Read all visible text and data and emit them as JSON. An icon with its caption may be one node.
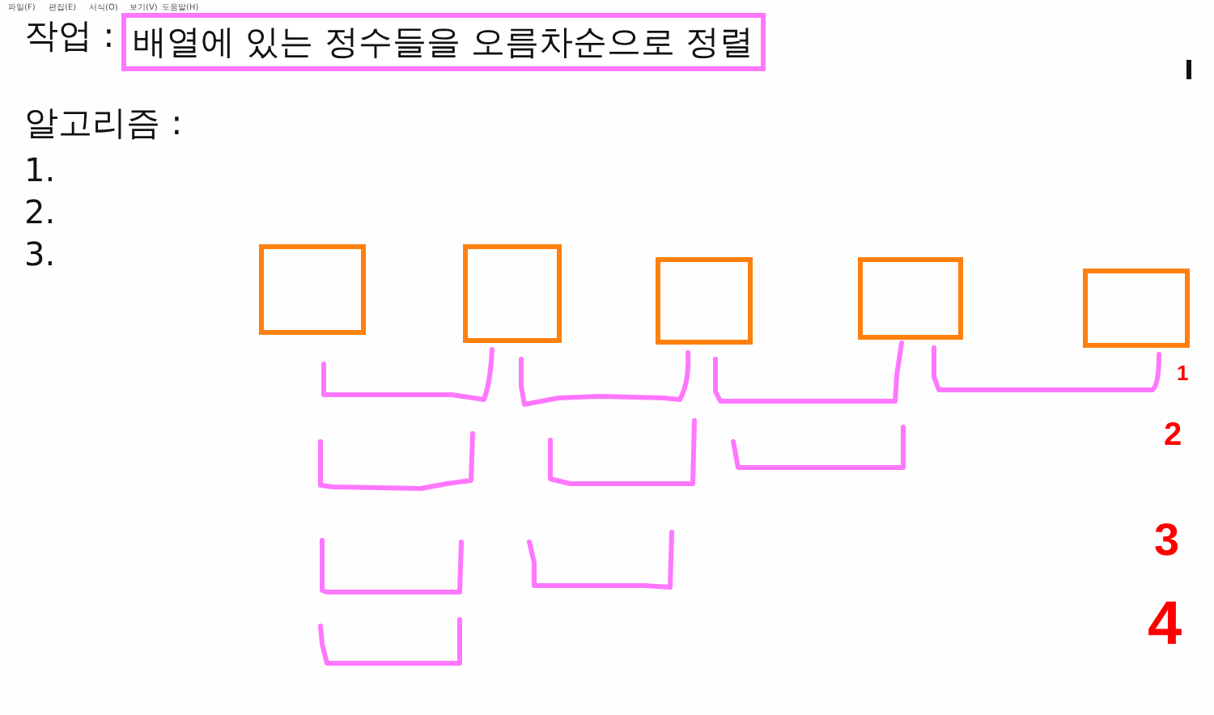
{
  "diagram": {
    "nodes": [
      {
        "text": [
          "배열에 있는 정수들을 오름차순으로 정렬"
        ]
      },
      {
        "text": [],
        "shape": "box"
      },
      {
        "text": [],
        "shape": "box"
      },
      {
        "text": [],
        "shape": "box"
      },
      {
        "text": [],
        "shape": "box"
      },
      {
        "text": [],
        "shape": "box"
      }
    ],
    "edges": [],
    "labels": [
      "파일(F)",
      "편집(E)",
      "서식(O)",
      "보기(V)",
      "도움말(H)",
      "작업 :",
      "알고리즘 :",
      "1.",
      "2.",
      "3.",
      "1",
      "2",
      "3",
      "4"
    ]
  }
}
